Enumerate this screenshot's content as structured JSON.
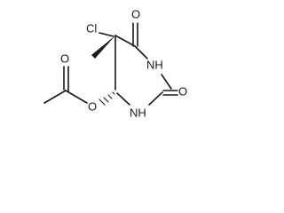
{
  "molecule": {
    "atoms": {
      "chlorine": "Cl",
      "ring_oxygen_top": "O",
      "ring_nh_top": "NH",
      "ring_oxygen_right": "O",
      "ring_nh_bottom": "NH",
      "ester_oxygen": "O",
      "acetyl_carbonyl_oxygen": "O"
    }
  }
}
